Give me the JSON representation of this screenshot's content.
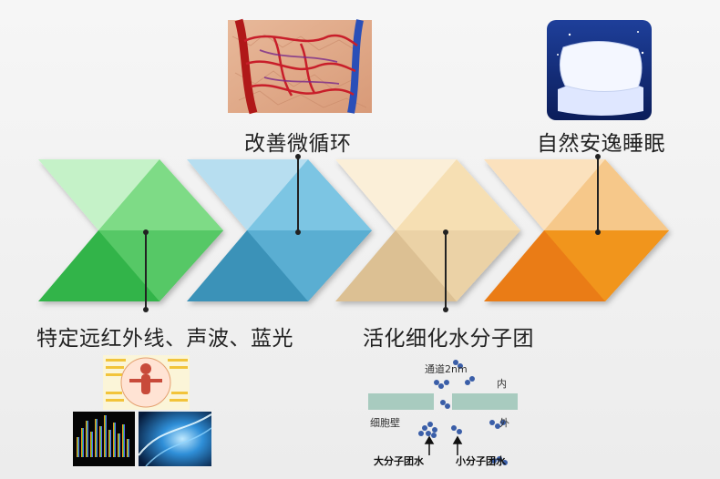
{
  "labels": {
    "top_1": "改善微循环",
    "top_2": "自然安逸睡眠",
    "bottom_1": "特定远红外线、声波、蓝光",
    "bottom_2": "活化细化水分子团"
  },
  "membrane": {
    "channel": "通道2nm",
    "inside": "内",
    "outside": "外",
    "cell_wall": "细胞壁",
    "big_cluster": "大分子团水",
    "small_cluster": "小分子团水"
  },
  "colors": {
    "green": "#33b44a",
    "blue": "#4aa3c4",
    "beige": "#e7c99a",
    "orange": "#ef8a1e"
  }
}
